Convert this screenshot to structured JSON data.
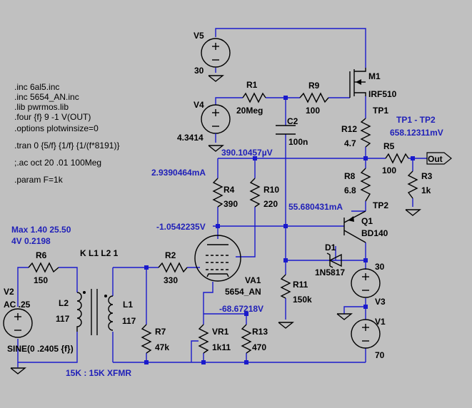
{
  "directives": [
    ".inc 6al5.inc",
    ".inc 5654_AN.inc",
    ".lib pwrmos.lib",
    ".four {f} 9 -1 V(OUT)",
    ".options plotwinsize=0",
    ".tran 0 {5/f} {1/f} {1/(f*8191)}",
    ";.ac oct 20 .01 100Meg",
    ".param F=1k"
  ],
  "meas": {
    "header": "Max   1.40  25.50",
    "row": "4V       0.2198"
  },
  "components": {
    "V5": {
      "name": "V5",
      "value": "30"
    },
    "V4": {
      "name": "V4",
      "value": "4.3414"
    },
    "R1": {
      "name": "R1",
      "value": "20Meg"
    },
    "R9": {
      "name": "R9",
      "value": "100"
    },
    "M1": {
      "name": "M1",
      "value": "IRF510"
    },
    "C2": {
      "name": "C2",
      "value": "100n"
    },
    "R12": {
      "name": "R12",
      "value": "4.7"
    },
    "R5": {
      "name": "R5",
      "value": "100"
    },
    "R3": {
      "name": "R3",
      "value": "1k"
    },
    "R8": {
      "name": "R8",
      "value": "6.8"
    },
    "Q1": {
      "name": "Q1",
      "value": "BD140"
    },
    "R4": {
      "name": "R4",
      "value": "390"
    },
    "R10": {
      "name": "R10",
      "value": "220"
    },
    "D1": {
      "name": "D1",
      "value": "1N5817"
    },
    "V3": {
      "name": "V3",
      "value": "30"
    },
    "V1": {
      "name": "V1",
      "value": "70"
    },
    "R11": {
      "name": "R11",
      "value": "150k"
    },
    "VA1": {
      "name": "VA1",
      "value": "5654_AN"
    },
    "R2": {
      "name": "R2",
      "value": "330"
    },
    "R6": {
      "name": "R6",
      "value": "150"
    },
    "V2": {
      "name": "V2",
      "value": "AC .25",
      "source": "SINE(0 .2405 {f})"
    },
    "L2": {
      "name": "L2",
      "value": "117"
    },
    "L1": {
      "name": "L1",
      "value": "117"
    },
    "R7": {
      "name": "R7",
      "value": "47k"
    },
    "VR1": {
      "name": "VR1",
      "value": "1k11"
    },
    "R13": {
      "name": "R13",
      "value": "470"
    }
  },
  "coupling": "K L1 L2 1",
  "xfmr_label": "15K : 15K XFMR",
  "testpoints": {
    "tp1": "TP1",
    "tp2": "TP2",
    "diff_label": "TP1 - TP2",
    "diff_value": "658.12311mV"
  },
  "port_out": "Out",
  "node_values": {
    "n390": "390.10457µV",
    "i29": "2.9390464mA",
    "i55": "55.680431mA",
    "vneg105": "-1.0542235V",
    "vneg68": "-68.67218V"
  },
  "colors": {
    "background": "#c0c0c0",
    "wire": "#1a1acc",
    "node_label": "#1f1fb8"
  }
}
